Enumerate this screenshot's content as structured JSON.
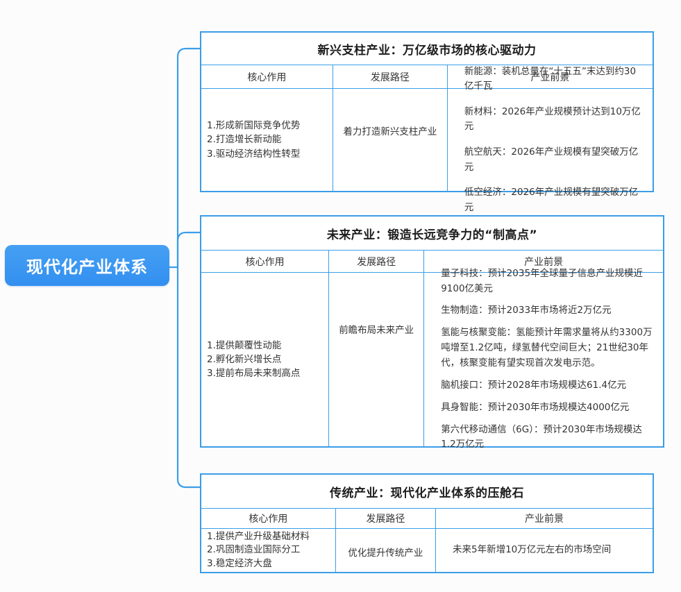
{
  "root_node": {
    "label": "现代化产业体系"
  },
  "colors": {
    "node_fill": "#3994ef",
    "table_border": "#3a9de8",
    "connector": "#3a9de8",
    "node_text": "#ffffff",
    "body_text": "#333333"
  },
  "tables": [
    {
      "title": "新兴支柱产业：万亿级市场的核心驱动力",
      "headers": [
        "核心作用",
        "发展路径",
        "产业前景"
      ],
      "core_role_lines": [
        "1.形成新国际竞争优势",
        "2.打造增长新动能",
        "3.驱动经济结构性转型"
      ],
      "path": "着力打造新兴支柱产业",
      "prospect_lines": [
        "新能源：装机总量在“十五五”末达到约30亿千瓦",
        "新材料：2026年产业规模预计达到10万亿元",
        "航空航天：2026年产业规模有望突破万亿元",
        "低空经济：2026年产业规模有望突破万亿元"
      ]
    },
    {
      "title": "未来产业：锻造长远竞争力的“制高点”",
      "headers": [
        "核心作用",
        "发展路径",
        "产业前景"
      ],
      "core_role_lines": [
        "1.提供颠覆性动能",
        "2.孵化新兴增长点",
        "3.提前布局未来制高点"
      ],
      "path": "前瞻布局未来产业",
      "prospect_lines": [
        "量子科技：预计2035年全球量子信息产业规模近9100亿美元",
        "生物制造：预计2033年市场将近2万亿元",
        "氢能与核聚变能：氢能预计年需求量将从约3300万吨增至1.2亿吨，绿氢替代空间巨大；21世纪30年代，核聚变能有望实现首次发电示范。",
        "脑机接口：预计2028年市场规模达61.4亿元",
        "具身智能：预计2030年市场规模达4000亿元",
        "第六代移动通信（6G）：预计2030年市场规模达1.2万亿元"
      ]
    },
    {
      "title": "传统产业：现代化产业体系的压舱石",
      "headers": [
        "核心作用",
        "发展路径",
        "产业前景"
      ],
      "core_role_lines": [
        "1.提供产业升级基础材料",
        "2.巩固制造业国际分工",
        "3.稳定经济大盘"
      ],
      "path": "优化提升传统产业",
      "prospect_lines": [
        "未来5年新增10万亿元左右的市场空间"
      ]
    }
  ]
}
